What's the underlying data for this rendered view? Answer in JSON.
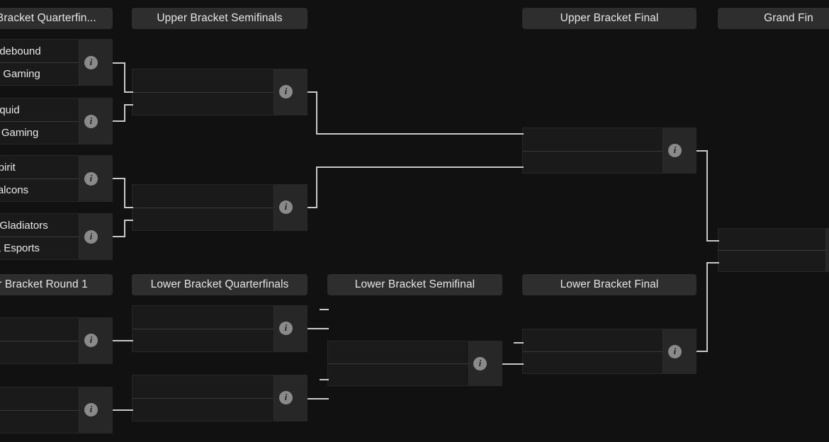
{
  "app": {
    "background_color": "#111111",
    "box_color": "#1a1a1a",
    "score_col_color": "#272727",
    "tab_color": "#2e2e2e",
    "line_color": "#c9c9c9",
    "badge_color": "#8a8a8a",
    "text_color": "#e8e8e8"
  },
  "rounds": {
    "ub_quarterfinals": "r Bracket Quarterfin...",
    "ub_semifinals": "Upper Bracket Semifinals",
    "ub_final": "Upper Bracket Final",
    "grand_final": "Grand Fin",
    "lb_round1": "r Bracket Round 1",
    "lb_quarterfinals": "Lower Bracket Quarterfinals",
    "lb_semifinal": "Lower Bracket Semifinal",
    "lb_final": "Lower Bracket Final"
  },
  "icons": {
    "info": "i"
  },
  "upper_bracket": {
    "quarterfinals": [
      {
        "team_a": "m Tidebound",
        "team_b": "eme Gaming",
        "score_a": "",
        "score_b": ""
      },
      {
        "team_a": "m Liquid",
        "team_b": "rora Gaming",
        "score_a": "",
        "score_b": ""
      },
      {
        "team_a": "m Spirit",
        "team_b": "m Falcons",
        "score_a": "",
        "score_b": ""
      },
      {
        "team_a": "min Gladiators",
        "team_b": "ndra Esports",
        "score_a": "",
        "score_b": ""
      }
    ],
    "semifinals": [
      {
        "team_a": "",
        "team_b": "",
        "score_a": "",
        "score_b": ""
      },
      {
        "team_a": "",
        "team_b": "",
        "score_a": "",
        "score_b": ""
      }
    ],
    "final": [
      {
        "team_a": "",
        "team_b": "",
        "score_a": "",
        "score_b": ""
      }
    ]
  },
  "grand_final": [
    {
      "team_a": "",
      "team_b": "",
      "score_a": "",
      "score_b": ""
    }
  ],
  "lower_bracket": {
    "round1": [
      {
        "team_a": "",
        "team_b": "",
        "score_a": "",
        "score_b": ""
      },
      {
        "team_a": "",
        "team_b": "",
        "score_a": "",
        "score_b": ""
      }
    ],
    "quarterfinals": [
      {
        "team_a": "",
        "team_b": "",
        "score_a": "",
        "score_b": ""
      },
      {
        "team_a": "",
        "team_b": "",
        "score_a": "",
        "score_b": ""
      }
    ],
    "semifinal": [
      {
        "team_a": "",
        "team_b": "",
        "score_a": "",
        "score_b": ""
      }
    ],
    "final": [
      {
        "team_a": "",
        "team_b": "",
        "score_a": "",
        "score_b": ""
      }
    ]
  }
}
